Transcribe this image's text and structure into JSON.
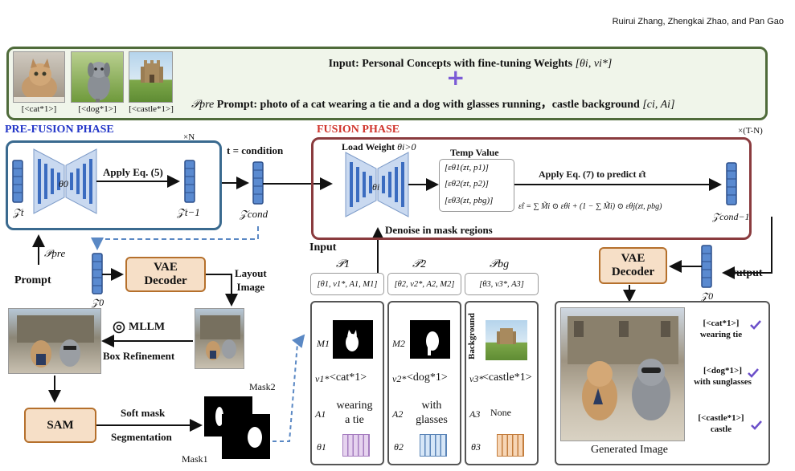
{
  "header": {
    "authors": "Ruirui Zhang, Zhengkai Zhao, and Pan Gao"
  },
  "input_panel": {
    "images": [
      {
        "caption": "[<cat*1>]",
        "icon": "cat-photo"
      },
      {
        "caption": "[<dog*1>]",
        "icon": "dog-photo"
      },
      {
        "caption": "[<castle*1>]",
        "icon": "castle-photo"
      }
    ],
    "input_line": "Input: Personal Concepts with fine-tuning Weights",
    "input_math": "[θi, vi*]",
    "plus": "+",
    "prompt_sym": "𝒫pre",
    "prompt_line": "Prompt: photo of a cat wearing a tie and  a dog with glasses running，castle background",
    "prompt_math": "[ci, Ai]",
    "colors": {
      "border": "#4f6b3a",
      "fill": "#f0f5ea",
      "plus": "#7b5bd6"
    }
  },
  "prefusion": {
    "title": "PRE-FUSION PHASE",
    "title_color": "#2336c8",
    "repeat": "×N",
    "apply": "Apply Eq. (5)",
    "theta": "θ0",
    "z_t": "𝒵t",
    "z_t1": "𝒵t−1",
    "condition": "t = condition",
    "z_cond": "𝒵cond",
    "prompt_sym": "𝒫pre",
    "prompt_label": "Prompt"
  },
  "fusion": {
    "title": "FUSION PHASE",
    "title_color": "#d0342c",
    "repeat": "×(T-N)",
    "load_weight": "Load Weight",
    "load_math": "θi>0",
    "theta": "θi",
    "temp_title": "Temp Value",
    "temp_rows": [
      "[εθ1(zt, p1)]",
      "[εθ2(zt, p2)]",
      "[εθ3(zt, pbg)]"
    ],
    "apply": "Apply Eq. (7)  to predict  ε̂t",
    "formula": "ε̂t = ∑ M̃i ⊙ εθi + (1 − ∑ M̃i) ⊙ εθj(zt, pbg)",
    "denoise": "Denoise in mask regions",
    "z_cond1": "𝒵cond−1"
  },
  "left_pipeline": {
    "z0": "𝒵0",
    "vae": [
      "VAE",
      "Decoder"
    ],
    "layout": [
      "Layout",
      "Image"
    ],
    "mllm": "MLLM",
    "box_refine": "Box Refinement",
    "mask2": "Mask2",
    "sam": "SAM",
    "soft_mask": "Soft mask",
    "segmentation": "Segmentation",
    "mask1": "Mask1"
  },
  "concepts": {
    "input_label": "Input",
    "headers": [
      "𝒫1",
      "𝒫2",
      "𝒫bg"
    ],
    "params": [
      "[θ1, v1*, A1, M1]",
      "[θ2, v2*, A2, M2]",
      "[θ3, v3*, A3]"
    ],
    "cols": [
      {
        "m": "M1",
        "v": "v1*",
        "token": "<cat*1>",
        "a": "A1",
        "attr": [
          "wearing",
          "a tie"
        ],
        "t": "θ1",
        "weight_color": "#e6d3ef",
        "weight_border": "#a57cbf"
      },
      {
        "m": "M2",
        "v": "v2*",
        "token": "<dog*1>",
        "a": "A2",
        "attr": [
          "with",
          "glasses"
        ],
        "t": "θ2",
        "weight_color": "#d6e6f7",
        "weight_border": "#5a84b7"
      },
      {
        "m": "Background",
        "v": "v3*",
        "token": "<castle*1>",
        "a": "A3",
        "attr": [
          "None"
        ],
        "t": "θ3",
        "weight_color": "#f7d6b6",
        "weight_border": "#c37d3d"
      }
    ]
  },
  "output": {
    "z0": "𝒵0",
    "vae": [
      "VAE",
      "Decoder"
    ],
    "output_label": "Output",
    "checks": [
      {
        "line1": "[<cat*1>]",
        "line2": "wearing tie"
      },
      {
        "line1": "[<dog*1>]",
        "line2": "with sunglasses"
      },
      {
        "line1": "[<castle*1>]",
        "line2": "castle"
      }
    ],
    "check_color": "#6b4fc9",
    "caption": "Generated Image"
  }
}
